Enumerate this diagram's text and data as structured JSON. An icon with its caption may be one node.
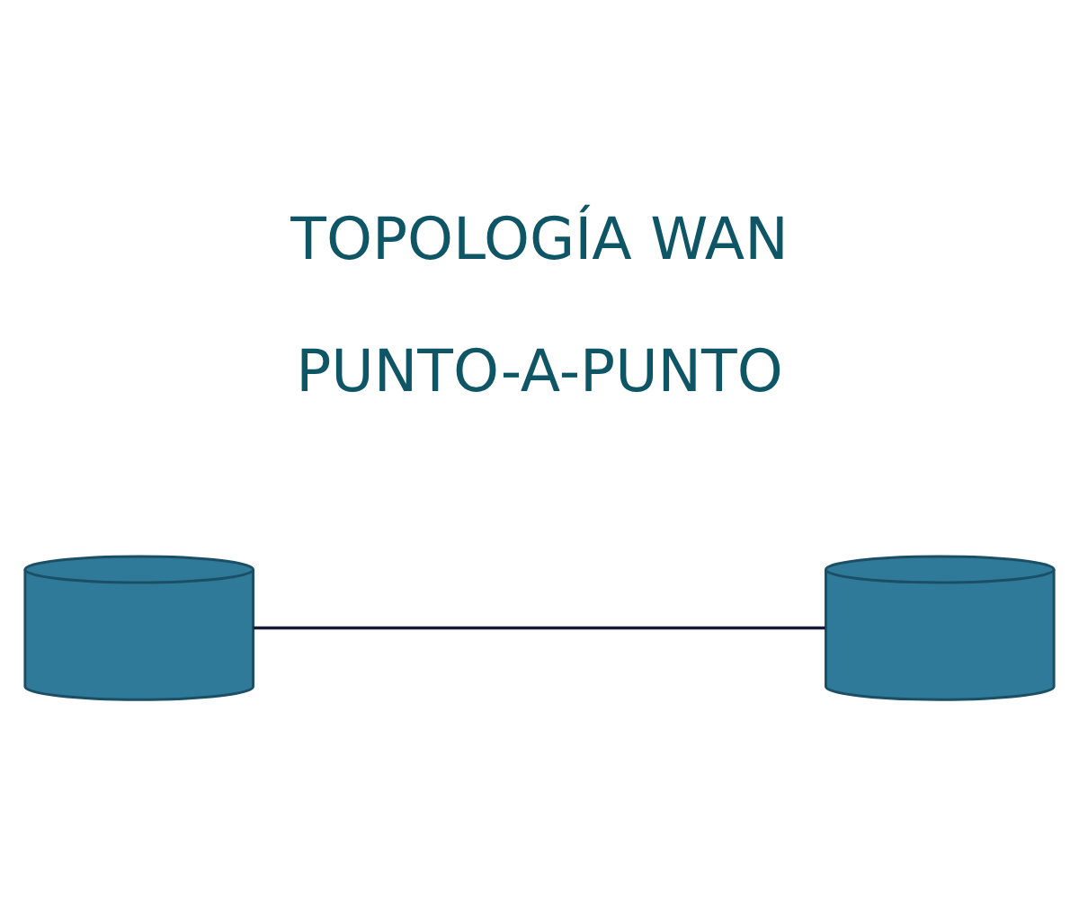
{
  "diagram": {
    "title": "TOPOLOGÍA WAN PUNTO-A-PUNTO",
    "nodes": [
      {
        "text": [],
        "shape": "cylinder"
      },
      {
        "text": [],
        "shape": "cylinder"
      }
    ],
    "edges": [
      {
        "from": 0,
        "to": 1,
        "arrow": "none"
      }
    ]
  }
}
